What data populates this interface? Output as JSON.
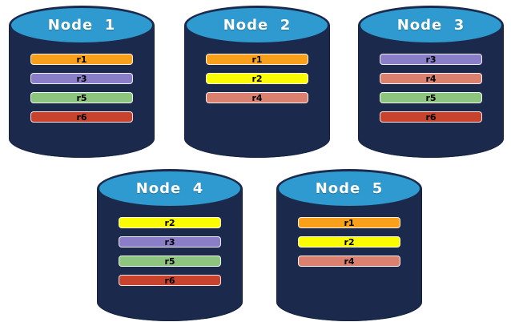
{
  "diagram": {
    "description": "Five database node cylinders showing replica placement",
    "colors": {
      "cylinder_body": "#1B2A4C",
      "cylinder_top": "#2E9ACF",
      "title_text": "#FFFFFF",
      "bar_text": "#000000"
    },
    "replica_colors": {
      "r1": "#F9A01B",
      "r2": "#FCFC00",
      "r3": "#8B7EC8",
      "r4": "#D9806E",
      "r5": "#8DC47E",
      "r6": "#C7432D"
    },
    "nodes": [
      {
        "label": "Node  1",
        "replicas": [
          "r1",
          "r3",
          "r5",
          "r6"
        ]
      },
      {
        "label": "Node  2",
        "replicas": [
          "r1",
          "r2",
          "r4"
        ]
      },
      {
        "label": "Node  3",
        "replicas": [
          "r3",
          "r4",
          "r5",
          "r6"
        ]
      },
      {
        "label": "Node  4",
        "replicas": [
          "r2",
          "r3",
          "r5",
          "r6"
        ]
      },
      {
        "label": "Node  5",
        "replicas": [
          "r1",
          "r2",
          "r4"
        ]
      }
    ]
  }
}
